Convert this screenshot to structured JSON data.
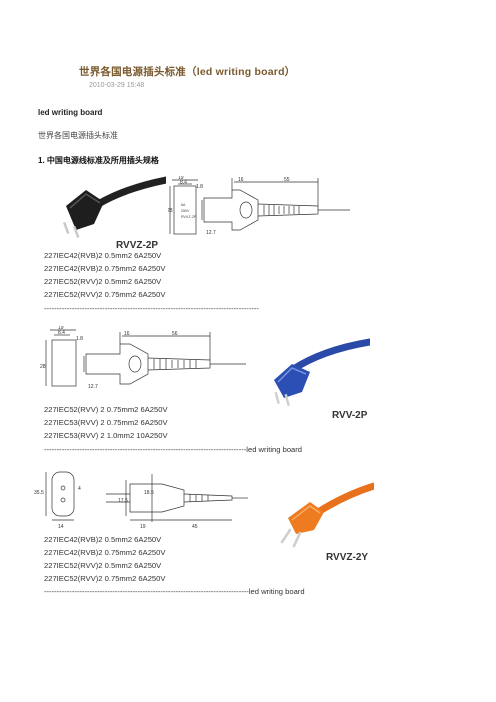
{
  "header": {
    "title": "世界各国电源插头标准（led writing board）",
    "date": "2010-03-29 15:48"
  },
  "intro": {
    "subhead": "led writing board",
    "subtitle": "世界各国电源插头标准"
  },
  "section": {
    "heading": "1. 中国电源线标准及所用插头规格"
  },
  "figures": {
    "fig1_label": "RVVZ-2P",
    "fig2_label": "RVV-2P",
    "fig3_label": "RVVZ-2Y",
    "fig1_dims": [
      "19",
      "8.4",
      "1.8",
      "28",
      "16",
      "55",
      "12.7"
    ],
    "fig2_dims": [
      "19",
      "8.4",
      "1.8",
      "28",
      "16",
      "56",
      "12.7"
    ],
    "fig3_dims": [
      "35.5",
      "4",
      "14",
      "17.5",
      "18.5",
      "19",
      "45"
    ],
    "plug_marks": [
      "6A",
      "250V",
      "RVVZ-2P"
    ]
  },
  "group1": [
    "227IEC42(RVB)2  0.5mm2  6A250V",
    "227IEC42(RVB)2  0.75mm2    6A250V",
    "227IEC52(RVV)2  0.5mm2  6A250V",
    "227IEC52(RVV)2  0.75mm2    6A250V"
  ],
  "separator1": "-------------------------------------------------------------------------------------",
  "group2": [
    "227IEC52(RVV)  2  0.75mm2  6A250V",
    "227IEC53(RVV)  2  0.75mm2  6A250V",
    "227IEC53(RVV)  2  1.0mm2    10A250V"
  ],
  "separator2": "--------------------------------------------------------------------------------led  writing  board",
  "group3": [
    "227IEC42(RVB)2  0.5mm2  6A250V",
    "227IEC42(RVB)2  0.75mm2    6A250V",
    "227IEC52(RVV)2  0.5mm2  6A250V",
    "227IEC52(RVV)2  0.75mm2    6A250V"
  ],
  "separator3": "---------------------------------------------------------------------------------led  writing  board"
}
